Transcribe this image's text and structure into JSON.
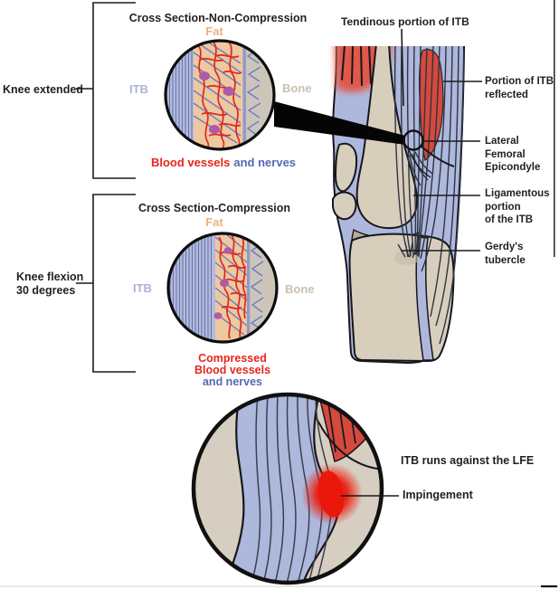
{
  "palette": {
    "itb_blue": "#aeb8dc",
    "itb_label_blue": "#a9b3d8",
    "fat_tan": "#eec89e",
    "fat_label_tan": "#eab285",
    "bone_gray": "#cdc5ba",
    "bone_label_gray": "#c9c0b2",
    "vessel_red": "#e2261c",
    "nerve_blue": "#6b7ec2",
    "muscle_red": "#d5493d",
    "impingement_red": "#ec1a0c",
    "text_black": "#231f20"
  },
  "brackets": {
    "knee_extended": "Knee extended",
    "knee_flexion": "Knee flexion\n30 degrees"
  },
  "cross_section_top": {
    "title": "Cross Section-Non-Compression",
    "fat": "Fat",
    "itb": "ITB",
    "bone": "Bone",
    "caption_vessels": "Blood vessels",
    "caption_nerves": "and nerves"
  },
  "cross_section_bottom": {
    "title": "Cross Section-Compression",
    "fat": "Fat",
    "itb": "ITB",
    "bone": "Bone",
    "caption_line1": "Compressed",
    "caption_line2": "Blood vessels",
    "caption_line3": "and nerves"
  },
  "knee_diagram": {
    "tendinous": "Tendinous portion of ITB",
    "portion_reflected": "Portion of ITB\nreflected",
    "lateral_femoral": "Lateral Femoral\nEpicondyle",
    "ligamentous": "Ligamentous\nportion\nof the ITB",
    "gerdys": "Gerdy's\ntubercle"
  },
  "impingement_view": {
    "title": "ITB runs against the LFE",
    "impingement": "Impingement"
  }
}
